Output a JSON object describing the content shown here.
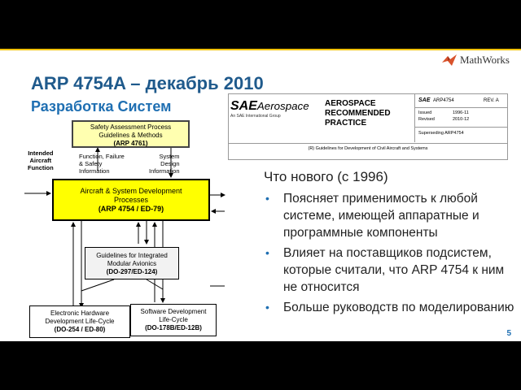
{
  "slide": {
    "title": "ARP 4754A – декабрь 2010",
    "subtitle": "Разработка Систем",
    "brand": "MathWorks",
    "page_number": "5"
  },
  "diagram": {
    "safety_box": {
      "line1": "Safety Assessment Process",
      "line2": "Guidelines & Methods",
      "ref": "(ARP 4761)"
    },
    "intended_label": [
      "Intended",
      "Aircraft",
      "Function"
    ],
    "function_label": [
      "Function, Failure",
      "& Safety",
      "Information"
    ],
    "system_label": [
      "System",
      "Design",
      "Information"
    ],
    "dev_box": {
      "line1": "Aircraft & System Development",
      "line2": "Processes",
      "ref": "(ARP 4754 / ED-79)"
    },
    "ima_box": {
      "line1": "Guidelines for Integrated",
      "line2": "Modular Avionics",
      "ref": "(DO-297/ED-124)"
    },
    "hw_box": {
      "line1": "Electronic Hardware",
      "line2": "Development Life-Cycle",
      "ref": "(DO-254 / ED-80)"
    },
    "sw_box": {
      "line1": "Software Development",
      "line2": "Life-Cycle",
      "ref": "(DO-178B/ED-12B)"
    }
  },
  "sae": {
    "logo_main": "SAE",
    "logo_rest": "Aerospace",
    "logo_sub": "An SAE International Group",
    "heading": [
      "AEROSPACE",
      "RECOMMENDED",
      "PRACTICE"
    ],
    "doc_id": "ARP4754",
    "rev": "REV. A",
    "issued_label": "Issued",
    "issued_value": "1996-11",
    "revised_label": "Revised",
    "revised_value": "2010-12",
    "superseding": "Superseding ARP4754",
    "footer": "(R) Guidelines for Development of Civil Aircraft and Systems"
  },
  "whats_new": {
    "heading": "Что нового (с 1996)",
    "bullets": [
      "Поясняет применимость к любой системе, имеющей аппаратные и программные компоненты",
      "Влияет на поставщиков подсистем, которые считали, что ARP 4754 к ним не относится",
      "Больше руководств по моделированию"
    ]
  },
  "colors": {
    "title": "#1f5a8c",
    "dev_box_fill": "#ffff00",
    "safety_box_fill": "#ffffb0",
    "topline": "#f2c200"
  }
}
